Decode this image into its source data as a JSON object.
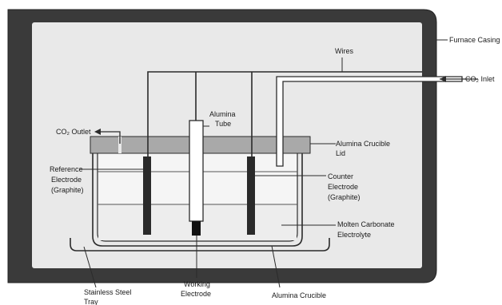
{
  "labels": {
    "furnace_casing": "Furnace Casing",
    "wires": "Wires",
    "co2_inlet": "CO₂ Inlet",
    "co2_outlet": "CO₂ Outlet",
    "alumina_tube": [
      "Alumina",
      "Tube"
    ],
    "alumina_crucible_lid": [
      "Alumina Crucible",
      "Lid"
    ],
    "reference_electrode": [
      "Reference",
      "Electrode",
      "(Graphite)"
    ],
    "counter_electrode": [
      "Counter",
      "Electrode",
      "(Graphite)"
    ],
    "molten_carbonate_electrolyte": [
      "Molten Carbonate",
      "Electrolyte"
    ],
    "stainless_steel_tray": [
      "Stainless Steel",
      "Tray"
    ],
    "working_electrode": [
      "Working",
      "Electrode"
    ],
    "alumina_crucible": "Alumina Crucible"
  },
  "colors": {
    "furnace_wall": "#3a3a3a",
    "furnace_interior": "#e9e9e9",
    "lid": "#a9a9a9",
    "electrode": "#2a2a2a",
    "tube": "#ffffff",
    "line": "#2b2b2b"
  }
}
